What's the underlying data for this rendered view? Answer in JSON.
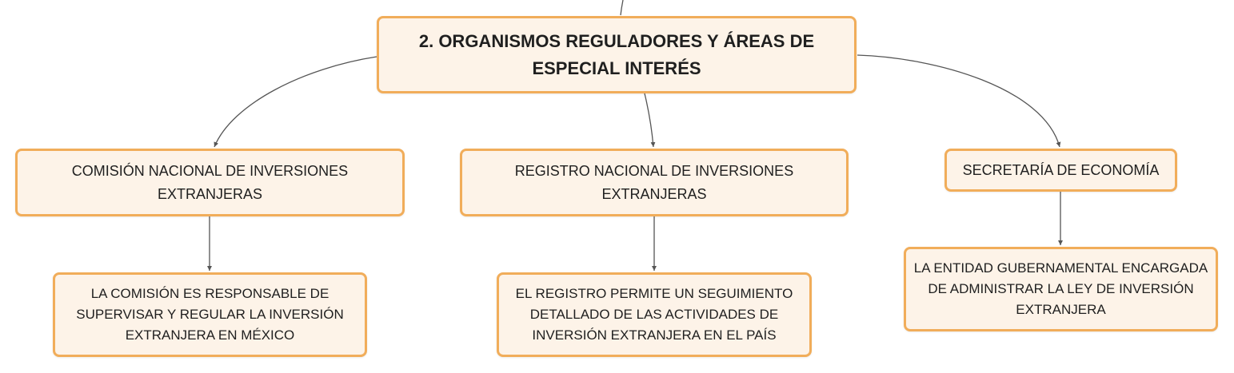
{
  "root": {
    "label": "2. ORGANISMOS REGULADORES Y ÁREAS DE\nESPECIAL INTERÉS"
  },
  "branches": [
    {
      "label": "COMISIÓN NACIONAL DE INVERSIONES\nEXTRANJERAS",
      "detail": "LA COMISIÓN ES RESPONSABLE DE\nSUPERVISAR Y REGULAR LA INVERSIÓN\nEXTRANJERA EN MÉXICO"
    },
    {
      "label": "REGISTRO NACIONAL DE INVERSIONES\nEXTRANJERAS",
      "detail": "EL REGISTRO PERMITE UN SEGUIMIENTO\nDETALLADO DE LAS ACTIVIDADES DE\nINVERSIÓN EXTRANJERA EN EL PAÍS"
    },
    {
      "label": "SECRETARÍA DE ECONOMÍA",
      "detail": "LA ENTIDAD GUBERNAMENTAL ENCARGADA\nDE ADMINISTRAR LA LEY DE INVERSIÓN\nEXTRANJERA"
    }
  ],
  "colors": {
    "node_fill": "#fdf3e8",
    "node_border": "#f1ad5a",
    "connector": "#555555"
  }
}
